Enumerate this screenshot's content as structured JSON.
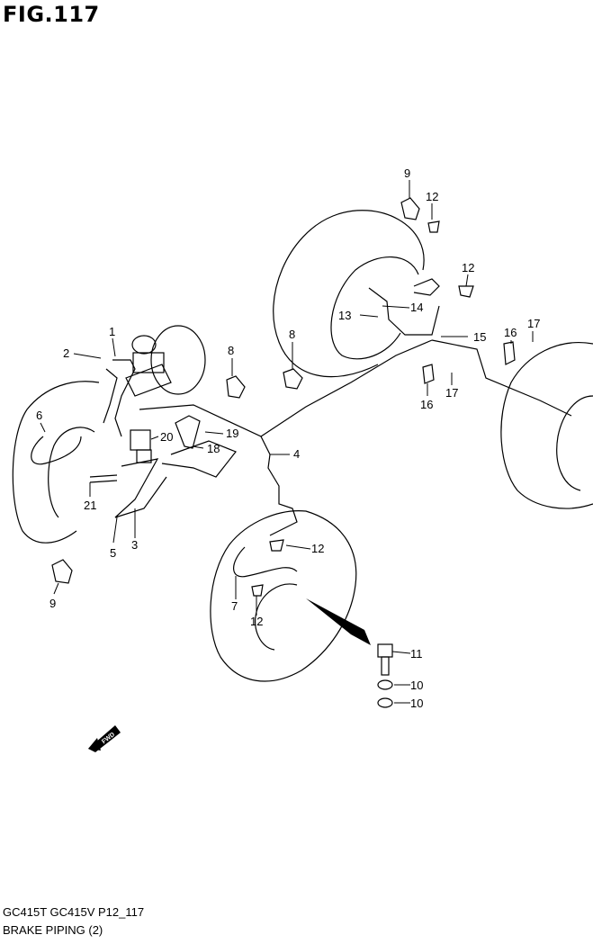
{
  "figure": {
    "title": "FIG.117",
    "footer_models": "GC415T GC415V P12_117",
    "footer_description": "BRAKE PIPING (2)",
    "fwd_label": "FWD"
  },
  "callouts": [
    {
      "id": "c9a",
      "label": "9"
    },
    {
      "id": "c12a",
      "label": "12"
    },
    {
      "id": "c12b",
      "label": "12"
    },
    {
      "id": "c14",
      "label": "14"
    },
    {
      "id": "c13",
      "label": "13"
    },
    {
      "id": "c15",
      "label": "15"
    },
    {
      "id": "c16a",
      "label": "16"
    },
    {
      "id": "c17a",
      "label": "17"
    },
    {
      "id": "c17b",
      "label": "17"
    },
    {
      "id": "c16b",
      "label": "16"
    },
    {
      "id": "c1",
      "label": "1"
    },
    {
      "id": "c2",
      "label": "2"
    },
    {
      "id": "c8a",
      "label": "8"
    },
    {
      "id": "c8b",
      "label": "8"
    },
    {
      "id": "c6",
      "label": "6"
    },
    {
      "id": "c20",
      "label": "20"
    },
    {
      "id": "c19",
      "label": "19"
    },
    {
      "id": "c18",
      "label": "18"
    },
    {
      "id": "c4",
      "label": "4"
    },
    {
      "id": "c21",
      "label": "21"
    },
    {
      "id": "c5",
      "label": "5"
    },
    {
      "id": "c3",
      "label": "3"
    },
    {
      "id": "c12c",
      "label": "12"
    },
    {
      "id": "c7",
      "label": "7"
    },
    {
      "id": "c12d",
      "label": "12"
    },
    {
      "id": "c9b",
      "label": "9"
    },
    {
      "id": "c11",
      "label": "11"
    },
    {
      "id": "c10a",
      "label": "10"
    },
    {
      "id": "c10b",
      "label": "10"
    }
  ]
}
